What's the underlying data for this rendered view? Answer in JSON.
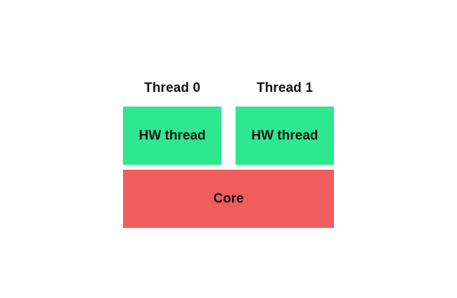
{
  "threads": [
    {
      "label": "Thread 0",
      "box_label": "HW thread"
    },
    {
      "label": "Thread 1",
      "box_label": "HW thread"
    }
  ],
  "core": {
    "label": "Core"
  },
  "colors": {
    "hw_thread": "#2de88f",
    "core": "#f05d5e",
    "text": "#111111",
    "background": "#ffffff"
  }
}
